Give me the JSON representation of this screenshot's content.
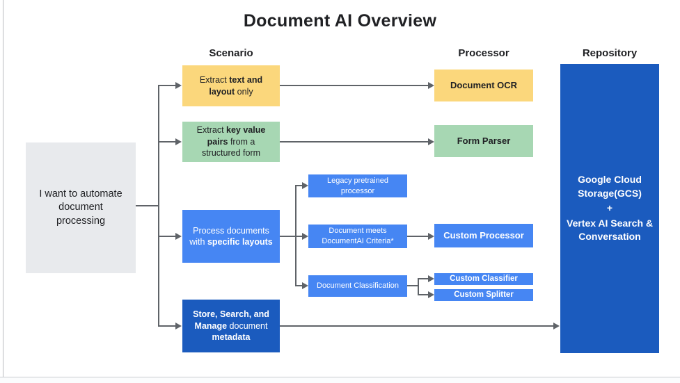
{
  "title": "Document AI Overview",
  "columns": {
    "scenario": "Scenario",
    "processor": "Processor",
    "repository": "Repository"
  },
  "start": {
    "text": "I want to automate document processing"
  },
  "scenarios": {
    "extract_text": {
      "pre": "Extract ",
      "bold": "text and layout",
      "post": " only"
    },
    "extract_kv": {
      "pre": "Extract ",
      "bold": "key value pairs",
      "post": " from a structured form"
    },
    "specific_layouts": {
      "pre": "Process documents with ",
      "bold": "specific layouts",
      "post": ""
    },
    "store_search": {
      "bold1": "Store, Search, and Manage",
      "mid": " document ",
      "bold2": "metadata"
    }
  },
  "mid_nodes": {
    "legacy": "Legacy pretrained processor",
    "criteria": "Document meets DocumentAI Criteria*",
    "classification": "Document Classification"
  },
  "processors": {
    "ocr": "Document OCR",
    "form_parser": "Form Parser",
    "custom_processor": "Custom Processor",
    "custom_classifier": "Custom Classifier",
    "custom_splitter": "Custom Splitter"
  },
  "repository": {
    "line1": "Google Cloud Storage(GCS)",
    "plus": "+",
    "line2": "Vertex AI Search & Conversation"
  },
  "colors": {
    "yellow": "#fbd77c",
    "green": "#a7d7b3",
    "light_blue": "#4686f3",
    "dark_blue": "#1b5bbe",
    "gray_box": "#e8eaed",
    "arrow": "#5f6368",
    "text_dark": "#202124"
  }
}
